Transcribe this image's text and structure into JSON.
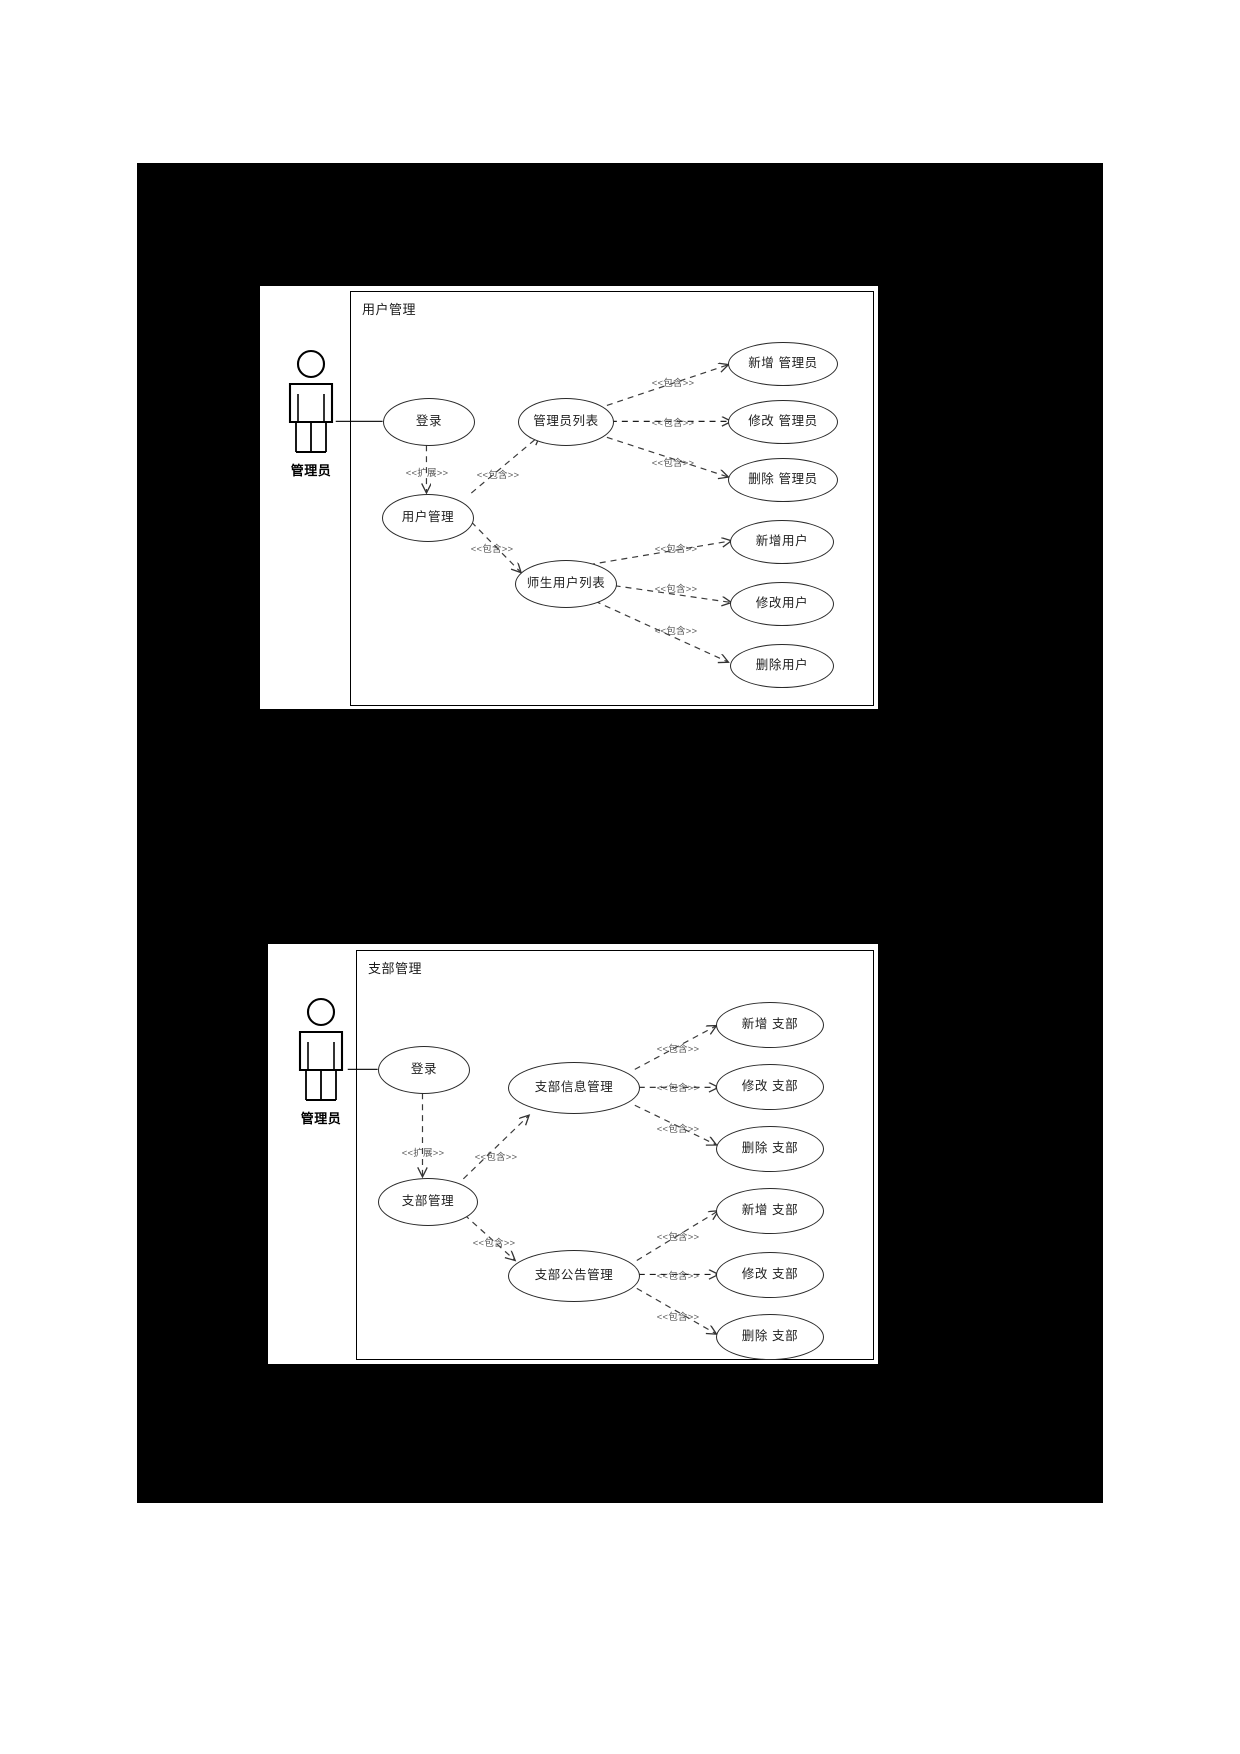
{
  "document": {
    "background_color": "#000000",
    "page_color": "#ffffff",
    "figure_count": 2
  },
  "diagram_1": {
    "system_title": "用户管理",
    "actor": {
      "name": "管理员",
      "icon": "stick-figure-actor-icon"
    },
    "use_cases": [
      {
        "id": "login",
        "label": "登录"
      },
      {
        "id": "user_mgmt",
        "label": "用户管理"
      },
      {
        "id": "admin_list",
        "label": "管理员列表"
      },
      {
        "id": "teacher_student_list",
        "label": "师生用户列表"
      },
      {
        "id": "add_admin",
        "label": "新增 管理员"
      },
      {
        "id": "edit_admin",
        "label": "修改 管理员"
      },
      {
        "id": "del_admin",
        "label": "删除 管理员"
      },
      {
        "id": "add_user",
        "label": "新增用户"
      },
      {
        "id": "edit_user",
        "label": "修改用户"
      },
      {
        "id": "del_user",
        "label": "删除用户"
      }
    ],
    "relations": [
      {
        "from": "actor",
        "to": "login",
        "type": "association",
        "label": ""
      },
      {
        "from": "login",
        "to": "user_mgmt",
        "type": "extend",
        "label": "<<扩展>>"
      },
      {
        "from": "user_mgmt",
        "to": "admin_list",
        "type": "include",
        "label": "<<包含>>"
      },
      {
        "from": "user_mgmt",
        "to": "teacher_student_list",
        "type": "include",
        "label": "<<包含>>"
      },
      {
        "from": "admin_list",
        "to": "add_admin",
        "type": "include",
        "label": "<<包含>>"
      },
      {
        "from": "admin_list",
        "to": "edit_admin",
        "type": "include",
        "label": "<<包含>>"
      },
      {
        "from": "admin_list",
        "to": "del_admin",
        "type": "include",
        "label": "<<包含>>"
      },
      {
        "from": "teacher_student_list",
        "to": "add_user",
        "type": "include",
        "label": "<<包含>>"
      },
      {
        "from": "teacher_student_list",
        "to": "edit_user",
        "type": "include",
        "label": "<<包含>>"
      },
      {
        "from": "teacher_student_list",
        "to": "del_user",
        "type": "include",
        "label": "<<包含>>"
      }
    ]
  },
  "diagram_2": {
    "system_title": "支部管理",
    "actor": {
      "name": "管理员",
      "icon": "stick-figure-actor-icon"
    },
    "use_cases": [
      {
        "id": "login2",
        "label": "登录"
      },
      {
        "id": "branch_mgmt",
        "label": "支部管理"
      },
      {
        "id": "branch_info",
        "label": "支部信息管理"
      },
      {
        "id": "branch_notice",
        "label": "支部公告管理"
      },
      {
        "id": "add_branch_1",
        "label": "新增 支部"
      },
      {
        "id": "edit_branch_1",
        "label": "修改 支部"
      },
      {
        "id": "del_branch_1",
        "label": "删除 支部"
      },
      {
        "id": "add_branch_2",
        "label": "新增 支部"
      },
      {
        "id": "edit_branch_2",
        "label": "修改 支部"
      },
      {
        "id": "del_branch_2",
        "label": "删除 支部"
      }
    ],
    "relations": [
      {
        "from": "actor",
        "to": "login2",
        "type": "association",
        "label": ""
      },
      {
        "from": "login2",
        "to": "branch_mgmt",
        "type": "extend",
        "label": "<<扩展>>"
      },
      {
        "from": "branch_mgmt",
        "to": "branch_info",
        "type": "include",
        "label": "<<包含>>"
      },
      {
        "from": "branch_mgmt",
        "to": "branch_notice",
        "type": "include",
        "label": "<<包含>>"
      },
      {
        "from": "branch_info",
        "to": "add_branch_1",
        "type": "include",
        "label": "<<包含>>"
      },
      {
        "from": "branch_info",
        "to": "edit_branch_1",
        "type": "include",
        "label": "<<包含>>"
      },
      {
        "from": "branch_info",
        "to": "del_branch_1",
        "type": "include",
        "label": "<<包含>>"
      },
      {
        "from": "branch_notice",
        "to": "add_branch_2",
        "type": "include",
        "label": "<<包含>>"
      },
      {
        "from": "branch_notice",
        "to": "edit_branch_2",
        "type": "include",
        "label": "<<包含>>"
      },
      {
        "from": "branch_notice",
        "to": "del_branch_2",
        "type": "include",
        "label": "<<包含>>"
      }
    ]
  }
}
